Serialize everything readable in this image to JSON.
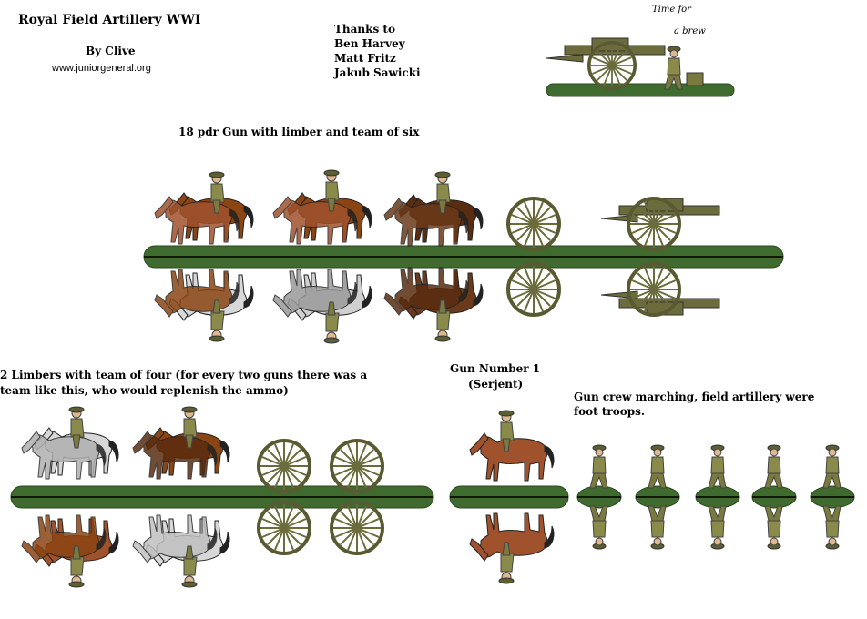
{
  "header": {
    "title": "Royal Field Artillery WWI",
    "author": "By Clive",
    "website": "www.juniorgeneral.org"
  },
  "credits": {
    "lines": [
      "Thanks to",
      "Ben Harvey",
      "Matt Fritz",
      "Jakub Sawicki"
    ]
  },
  "vignette": {
    "caption_line1": "Time for",
    "caption_line2": "a brew"
  },
  "sections": {
    "gun_team": {
      "label": "18 pdr Gun with limber and team of six"
    },
    "limbers": {
      "label_line1": "2 Limbers with team of four (for every two guns there was a",
      "label_line2": "team like this, who would replenish the ammo)"
    },
    "gun_number_one": {
      "label_line1": "Gun Number 1",
      "label_line2": "(Serjent)"
    },
    "crew": {
      "label_line1": "Gun crew marching, field artillery were",
      "label_line2": "foot troops."
    }
  },
  "colors": {
    "base_green": "#3f6b2e",
    "khaki": "#8a8a4a",
    "gun_olive": "#6b6b3c",
    "horse_bay": "#8b4513",
    "horse_chestnut": "#a0522d",
    "horse_grey": "#d8d8d8"
  }
}
